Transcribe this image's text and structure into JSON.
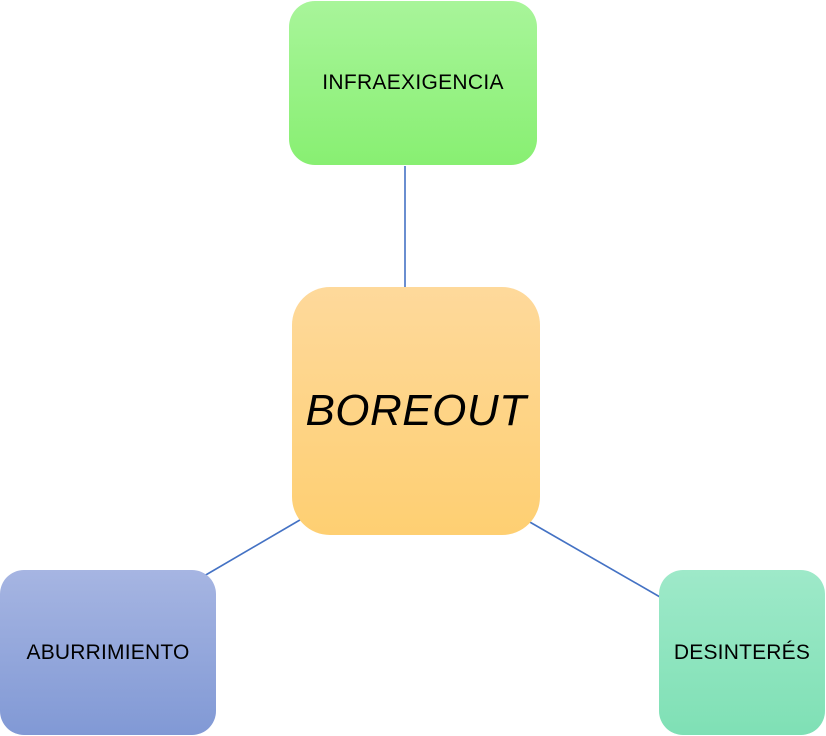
{
  "diagram": {
    "type": "mind-map",
    "center": {
      "label": "BOREOUT",
      "color": "#fed583"
    },
    "branches": [
      {
        "id": "top",
        "label": "INFRAEXIGENCIA",
        "color": "#98f286"
      },
      {
        "id": "left",
        "label": "ABURRIMIENTO",
        "color": "#94a7dc"
      },
      {
        "id": "right",
        "label": "DESINTERÉS",
        "color": "#8fe4bf"
      }
    ],
    "connector_color": "#4472c4"
  }
}
